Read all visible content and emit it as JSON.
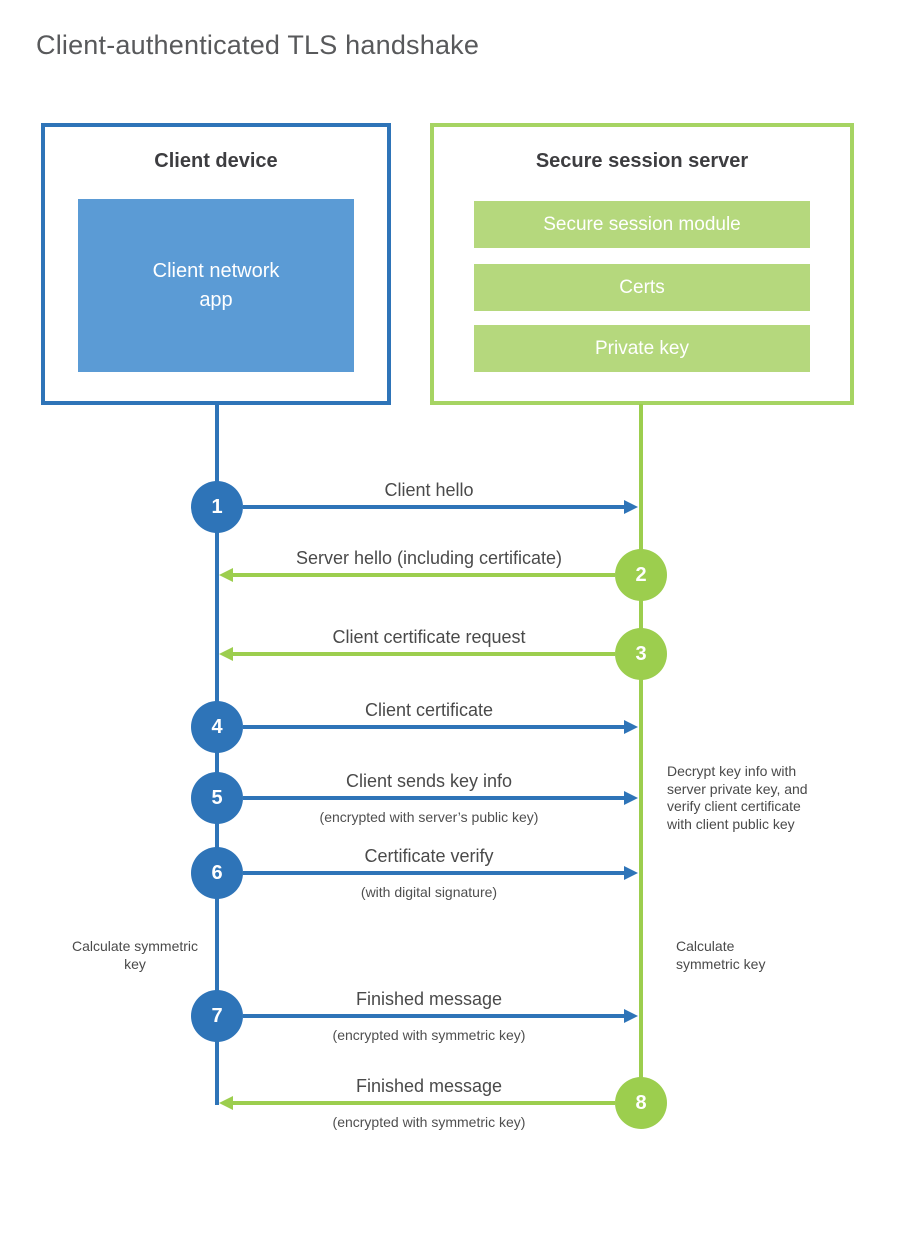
{
  "page": {
    "title": "Client-authenticated TLS handshake"
  },
  "colors": {
    "blue": "#2e74b8",
    "blue_fill": "#5b9bd5",
    "green": "#9cce4e",
    "green_border": "#a6d463",
    "green_bar": "#b5d87d"
  },
  "client_box": {
    "title": "Client device",
    "app_label": "Client network app"
  },
  "server_box": {
    "title": "Secure session server",
    "modules": [
      "Secure session module",
      "Certs",
      "Private key"
    ]
  },
  "steps": [
    {
      "num": "1",
      "direction": "client-to-server",
      "label": "Client hello",
      "sub": ""
    },
    {
      "num": "2",
      "direction": "server-to-client",
      "label": "Server hello (including certificate)",
      "sub": ""
    },
    {
      "num": "3",
      "direction": "server-to-client",
      "label": "Client certificate request",
      "sub": ""
    },
    {
      "num": "4",
      "direction": "client-to-server",
      "label": "Client certificate",
      "sub": ""
    },
    {
      "num": "5",
      "direction": "client-to-server",
      "label": "Client sends key info",
      "sub": "(encrypted with server’s public key)"
    },
    {
      "num": "6",
      "direction": "client-to-server",
      "label": "Certificate verify",
      "sub": "(with digital signature)"
    },
    {
      "num": "7",
      "direction": "client-to-server",
      "label": "Finished message",
      "sub": "(encrypted with symmetric key)"
    },
    {
      "num": "8",
      "direction": "server-to-client",
      "label": "Finished message",
      "sub": "(encrypted with symmetric key)"
    }
  ],
  "annotations": {
    "server_note": "Decrypt key info with server private key, and verify client certificate with client public key",
    "calc_left": "Calculate symmetric key",
    "calc_right": "Calculate symmetric key"
  }
}
